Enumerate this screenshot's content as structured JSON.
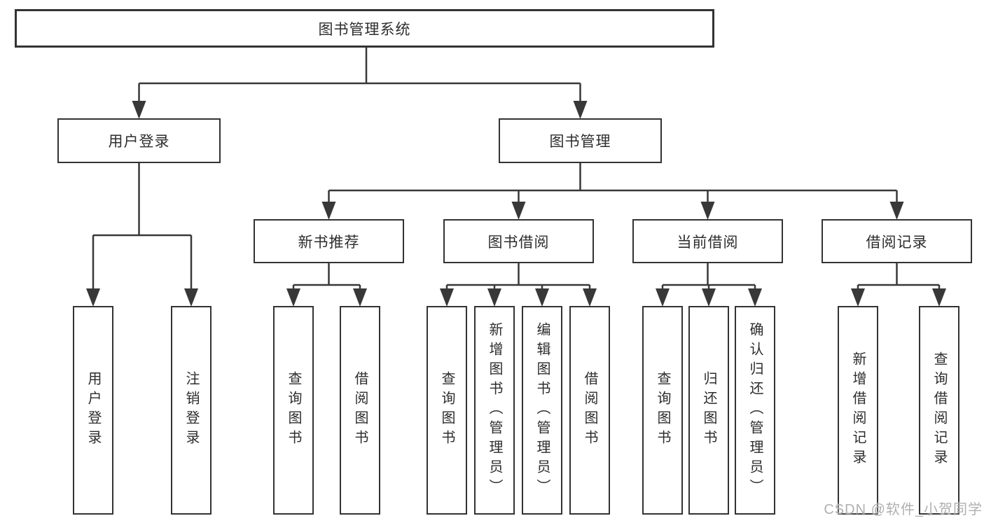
{
  "diagram": {
    "watermark": "CSDN @软件_小贺同学",
    "colors": {
      "line": "#383838",
      "border": "#333333",
      "text": "#2d2d2d",
      "watermark": "#b0b0b0",
      "background": "#ffffff"
    },
    "nodes": {
      "root": {
        "label": "图书管理系统"
      },
      "level2": [
        {
          "label": "用户登录"
        },
        {
          "label": "图书管理"
        }
      ],
      "level3": [
        {
          "label": "新书推荐",
          "parent": "图书管理"
        },
        {
          "label": "图书借阅",
          "parent": "图书管理"
        },
        {
          "label": "当前借阅",
          "parent": "图书管理"
        },
        {
          "label": "借阅记录",
          "parent": "图书管理"
        }
      ],
      "leaves": [
        {
          "label": "用户登录",
          "parent": "用户登录"
        },
        {
          "label": "注销登录",
          "parent": "用户登录"
        },
        {
          "label": "查询图书",
          "parent": "新书推荐"
        },
        {
          "label": "借阅图书",
          "parent": "新书推荐"
        },
        {
          "label": "查询图书",
          "parent": "图书借阅"
        },
        {
          "label": "新增图书（管理员）",
          "parent": "图书借阅"
        },
        {
          "label": "编辑图书（管理员）",
          "parent": "图书借阅"
        },
        {
          "label": "借阅图书",
          "parent": "图书借阅"
        },
        {
          "label": "查询图书",
          "parent": "当前借阅"
        },
        {
          "label": "归还图书",
          "parent": "当前借阅"
        },
        {
          "label": "确认归还（管理员）",
          "parent": "当前借阅"
        },
        {
          "label": "新增借阅记录",
          "parent": "借阅记录"
        },
        {
          "label": "查询借阅记录",
          "parent": "借阅记录"
        }
      ]
    }
  }
}
